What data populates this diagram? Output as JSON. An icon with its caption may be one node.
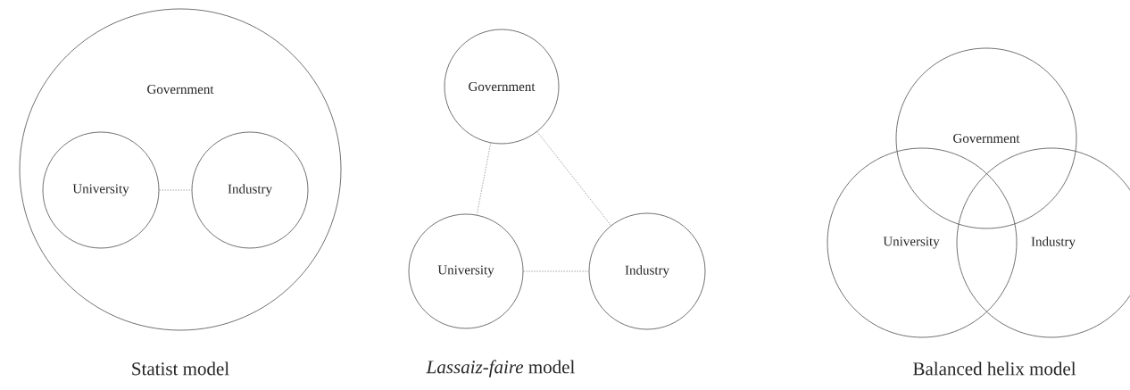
{
  "diagram": {
    "nodes": [
      {
        "text": [
          "Government"
        ]
      },
      {
        "text": [
          "University"
        ],
        "in": 0
      },
      {
        "text": [
          "Industry"
        ],
        "in": 0
      },
      {
        "text": [
          "Government"
        ]
      },
      {
        "text": [
          "University"
        ]
      },
      {
        "text": [
          "Industry"
        ]
      },
      {
        "text": [
          "Government"
        ]
      },
      {
        "text": [
          "University"
        ]
      },
      {
        "text": [
          "Industry"
        ]
      }
    ],
    "edges": [
      {
        "from": 1,
        "to": 2,
        "arrow": "none",
        "style": "dashed"
      },
      {
        "from": 3,
        "to": 4,
        "arrow": "none",
        "style": "dashed"
      },
      {
        "from": 3,
        "to": 5,
        "arrow": "none",
        "style": "dashed"
      },
      {
        "from": 4,
        "to": 5,
        "arrow": "none",
        "style": "dashed"
      }
    ],
    "labels": [
      "Statist model",
      "*Lassaiz-faire* model",
      "Balanced helix model"
    ]
  }
}
